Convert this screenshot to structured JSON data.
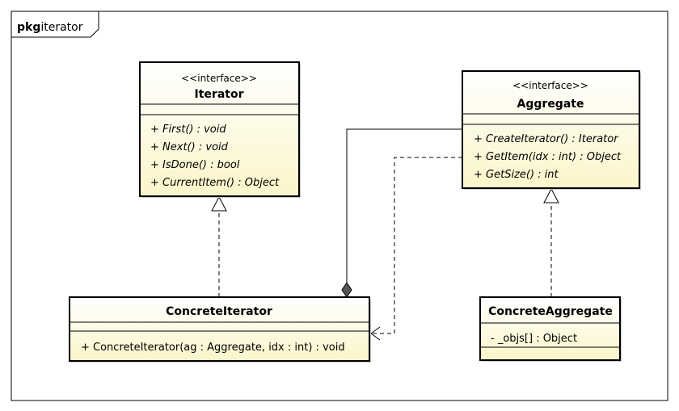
{
  "package": {
    "keyword": "pkg",
    "name": "iterator"
  },
  "classes": {
    "iterator": {
      "stereotype": "<<interface>>",
      "name": "Iterator",
      "operations": [
        "+ First() : void",
        "+ Next() : void",
        "+ IsDone() : bool",
        "+ CurrentItem() : Object"
      ]
    },
    "aggregate": {
      "stereotype": "<<interface>>",
      "name": "Aggregate",
      "operations": [
        "+ CreateIterator() : Iterator",
        "+ GetItem(idx : int) : Object",
        "+ GetSize() : int"
      ]
    },
    "concrete_iterator": {
      "name": "ConcreteIterator",
      "operations": [
        "+ ConcreteIterator(ag : Aggregate, idx : int) : void"
      ]
    },
    "concrete_aggregate": {
      "name": "ConcreteAggregate",
      "attributes": [
        "- _objs[] : Object"
      ]
    }
  },
  "colors": {
    "class_fill_top": "#ffffff",
    "class_fill_bottom": "#fbf5c9",
    "border": "#000000",
    "line": "#000000",
    "shadow": "#c8c8c8"
  }
}
